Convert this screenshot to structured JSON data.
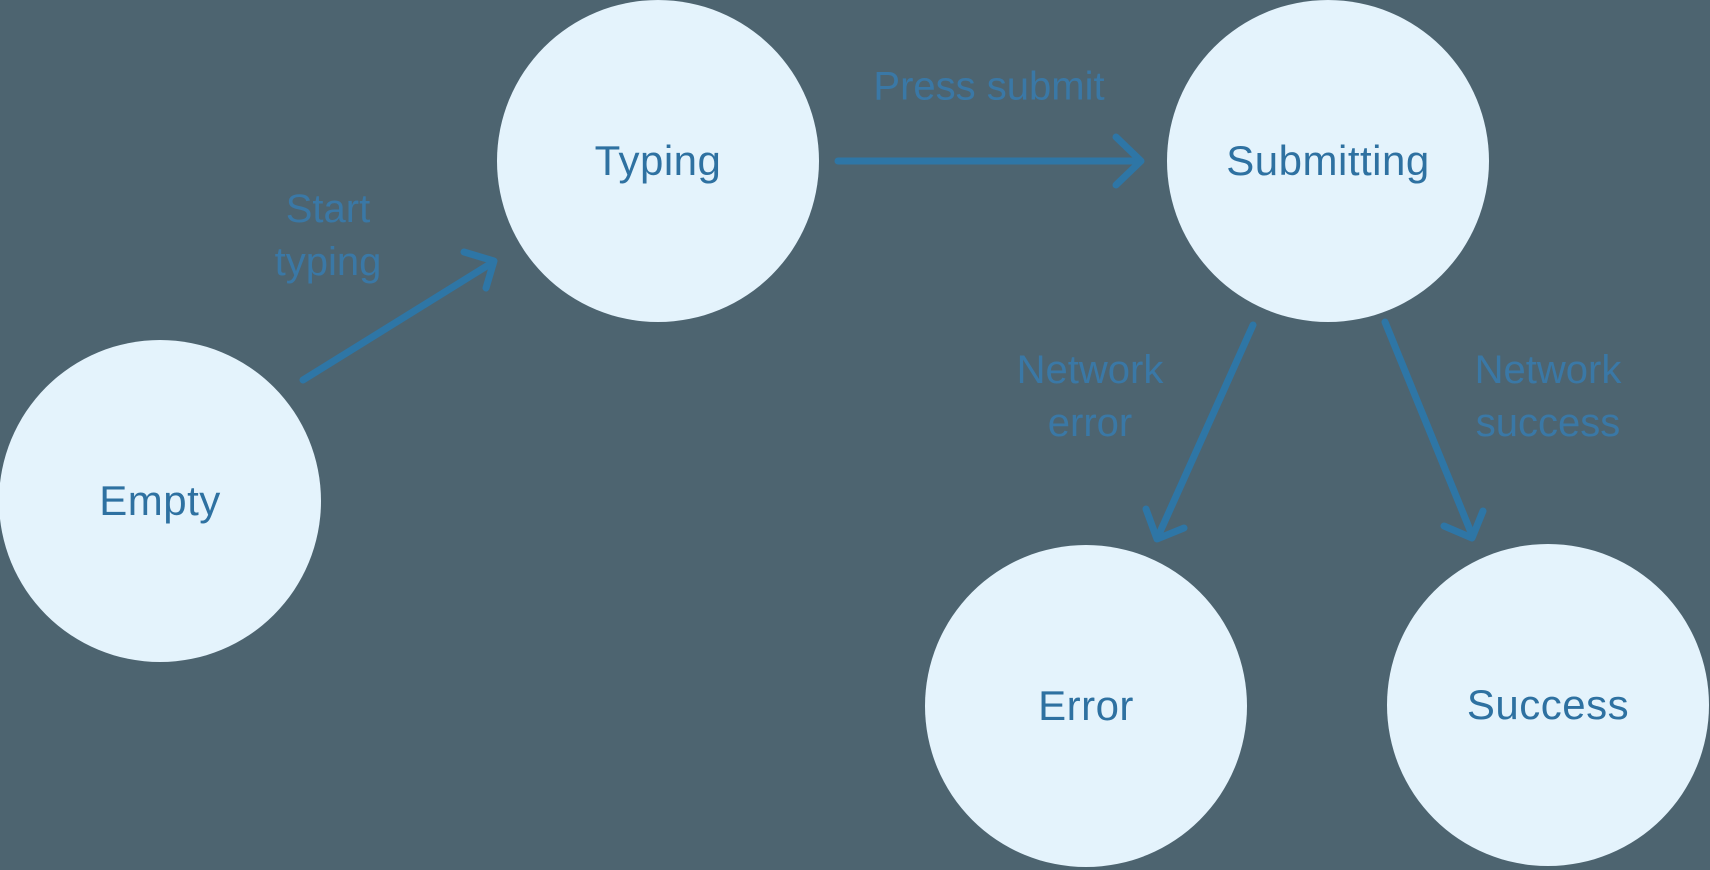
{
  "diagram": {
    "type": "state-machine",
    "states": [
      {
        "id": "empty",
        "label": "Empty"
      },
      {
        "id": "typing",
        "label": "Typing"
      },
      {
        "id": "submitting",
        "label": "Submitting"
      },
      {
        "id": "error",
        "label": "Error"
      },
      {
        "id": "success",
        "label": "Success"
      }
    ],
    "transitions": [
      {
        "id": "start-typing",
        "from": "empty",
        "to": "typing",
        "label": "Start typing",
        "label_lines": [
          "Start",
          "typing"
        ]
      },
      {
        "id": "press-submit",
        "from": "typing",
        "to": "submitting",
        "label": "Press submit",
        "label_lines": [
          "Press submit"
        ]
      },
      {
        "id": "network-error",
        "from": "submitting",
        "to": "error",
        "label": "Network error",
        "label_lines": [
          "Network",
          "error"
        ]
      },
      {
        "id": "network-success",
        "from": "submitting",
        "to": "success",
        "label": "Network success",
        "label_lines": [
          "Network",
          "success"
        ]
      }
    ],
    "colors": {
      "background": "#4D6470",
      "node_fill": "#E4F3FC",
      "node_text": "#2E71A1",
      "arrow": "#2E76A6",
      "transition_text": "#3A78A6"
    }
  }
}
